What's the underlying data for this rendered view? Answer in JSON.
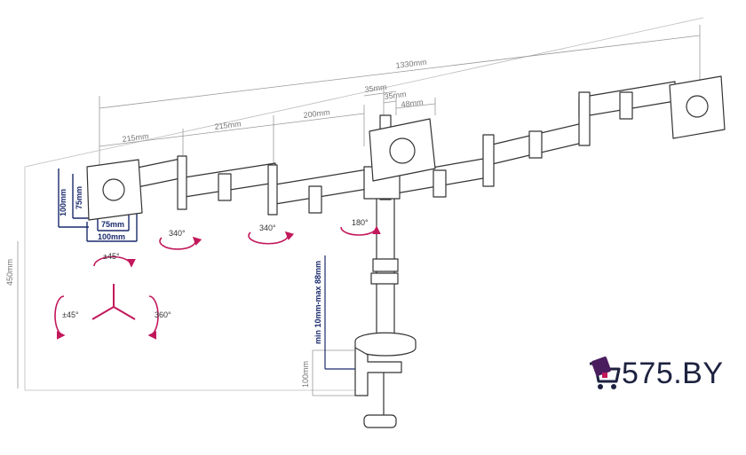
{
  "dimensions": {
    "total_width": "1330mm",
    "arm_segment_1": "215mm",
    "arm_segment_2": "215mm",
    "arm_segment_3": "200mm",
    "head_offset_1": "35mm",
    "head_offset_2": "35mm",
    "head_offset_3": "48mm",
    "pole_height": "450mm",
    "clamp_height": "100mm",
    "desk_thickness": "min 10mm-max 88mm",
    "vesa_h1": "75mm",
    "vesa_h2": "100mm",
    "vesa_v1": "75mm",
    "vesa_v2": "100mm"
  },
  "rotations": {
    "arm_1": "340°",
    "arm_2": "340°",
    "arm_3": "180°",
    "tilt": "±45°",
    "swivel": "±45°",
    "rotate": "360°"
  },
  "brand": {
    "name": "575.BY"
  },
  "colors": {
    "accent": "#c2185b",
    "vesa_box": "#1a2a6c",
    "lines": "#444444",
    "dim_lines": "#999999",
    "brand_text": "#1d2240"
  }
}
